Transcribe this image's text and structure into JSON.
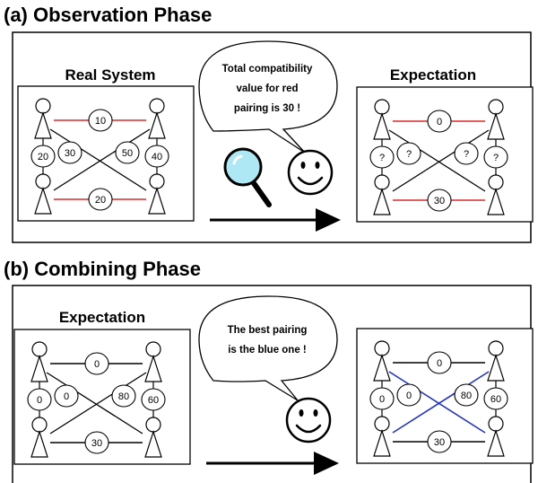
{
  "colors": {
    "red_pairing": "#d92b2b",
    "blue_pairing": "#2233bb",
    "magnifier_lens": "#aee8f5",
    "stroke": "#000000"
  },
  "panel_a": {
    "title": "(a) Observation Phase",
    "left_box": {
      "title": "Real System",
      "top_value": "10",
      "bottom_value": "20",
      "left_value": "20",
      "right_value": "40",
      "cross_left_value": "30",
      "cross_right_value": "50",
      "highlight": "red-horizontal"
    },
    "speech_bubble": [
      "Total compatibility",
      "value for red",
      "pairing is 30 !"
    ],
    "icons": [
      "magnifier-icon",
      "smiley-face-icon",
      "arrow-right-icon"
    ],
    "right_box": {
      "title": "Expectation",
      "top_value": "0",
      "bottom_value": "30",
      "left_value": "?",
      "right_value": "?",
      "cross_left_value": "?",
      "cross_right_value": "?",
      "highlight": "red-horizontal"
    }
  },
  "panel_b": {
    "title": "(b) Combining Phase",
    "left_box": {
      "title": "Expectation",
      "top_value": "0",
      "bottom_value": "30",
      "left_value": "0",
      "right_value": "60",
      "cross_left_value": "0",
      "cross_right_value": "80",
      "highlight": "none"
    },
    "speech_bubble": [
      "The best pairing",
      "is the blue one !"
    ],
    "icons": [
      "smiley-face-icon",
      "arrow-right-icon"
    ],
    "right_box": {
      "top_value": "0",
      "bottom_value": "30",
      "left_value": "0",
      "right_value": "60",
      "cross_left_value": "0",
      "cross_right_value": "80",
      "highlight": "blue-cross"
    }
  }
}
